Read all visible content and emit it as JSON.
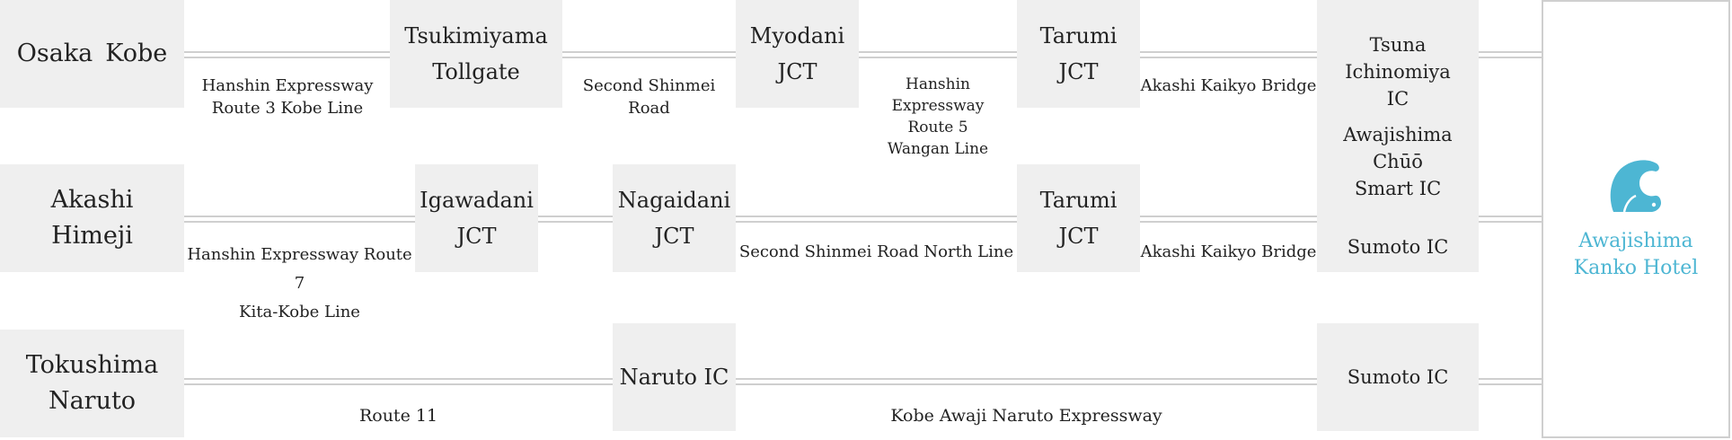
{
  "rows": [
    {
      "origin": [
        "Osaka",
        "Kobe"
      ],
      "nodes": [
        [
          "Tsukimiyama",
          "Tollgate"
        ],
        [
          "Myodani",
          "JCT"
        ],
        [
          "Tarumi",
          "JCT"
        ]
      ],
      "roads": [
        [
          "Hanshin Expressway",
          "Route 3 Kobe Line"
        ],
        [
          "Second Shinmei",
          "Road"
        ],
        [
          "Hanshin Expressway",
          "Route 5",
          "Wangan Line"
        ],
        [
          "Akashi Kaikyo Bridge"
        ]
      ]
    },
    {
      "origin": [
        "Akashi",
        "Himeji"
      ],
      "nodes": [
        [
          "Igawadani",
          "JCT"
        ],
        [
          "Nagaidani",
          "JCT"
        ],
        [
          "Tarumi",
          "JCT"
        ]
      ],
      "roads": [
        [
          "Hanshin Expressway Route 7",
          "Kita-Kobe Line"
        ],
        [
          "Second Shinmei Road North Line"
        ],
        [
          "Akashi Kaikyo Bridge"
        ]
      ]
    },
    {
      "origin": [
        "Tokushima",
        "Naruto"
      ],
      "nodes": [
        [
          "Naruto IC"
        ],
        [
          "Sumoto IC"
        ]
      ],
      "roads": [
        [
          "Route 11"
        ],
        [
          "Kobe Awaji Naruto Expressway"
        ]
      ]
    }
  ],
  "awaji_exits": {
    "tsuna": [
      "Tsuna",
      "Ichinomiya",
      "IC"
    ],
    "chuo": [
      "Awajishima Chūō",
      "Smart IC"
    ],
    "sumoto": [
      "Sumoto IC"
    ]
  },
  "destination": {
    "name": [
      "Awajishima",
      "Kanko Hotel"
    ],
    "logo_icon": "wave-logo-icon",
    "brand_color": "#4db6d3"
  },
  "colors": {
    "node_bg": "#efefef",
    "road_line": "#cfcfcf"
  }
}
